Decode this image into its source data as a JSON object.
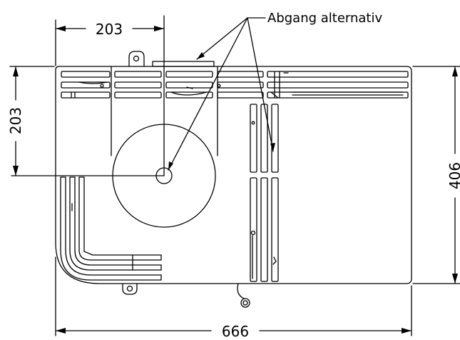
{
  "annotation": {
    "text": "Abgang alternativ"
  },
  "dimensions": {
    "top_left": "203",
    "left_side": "203",
    "right_side": "406",
    "bottom": "666"
  },
  "colors": {
    "line": "#000000",
    "background": "#ffffff"
  }
}
